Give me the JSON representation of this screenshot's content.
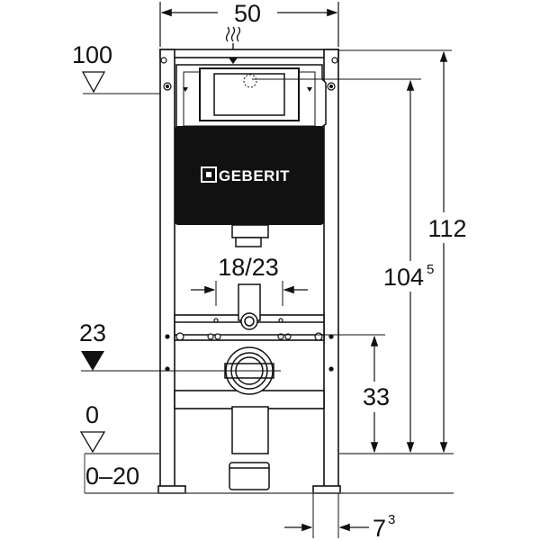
{
  "brand_text": "GEBERIT",
  "dimensions": {
    "width_top": "50",
    "height_total": "112",
    "height_partial_main": "104",
    "height_partial_sup": "5",
    "pipe_range": "18/23",
    "offset_bottom_main": "7",
    "offset_bottom_sup": "3",
    "height_outlet": "33"
  },
  "levels": {
    "level_100": "100",
    "level_23": "23",
    "level_0": "0",
    "level_floor_range": "0–20"
  },
  "colors": {
    "line": "#111111",
    "tank": "#111111",
    "floor": "#555555"
  }
}
